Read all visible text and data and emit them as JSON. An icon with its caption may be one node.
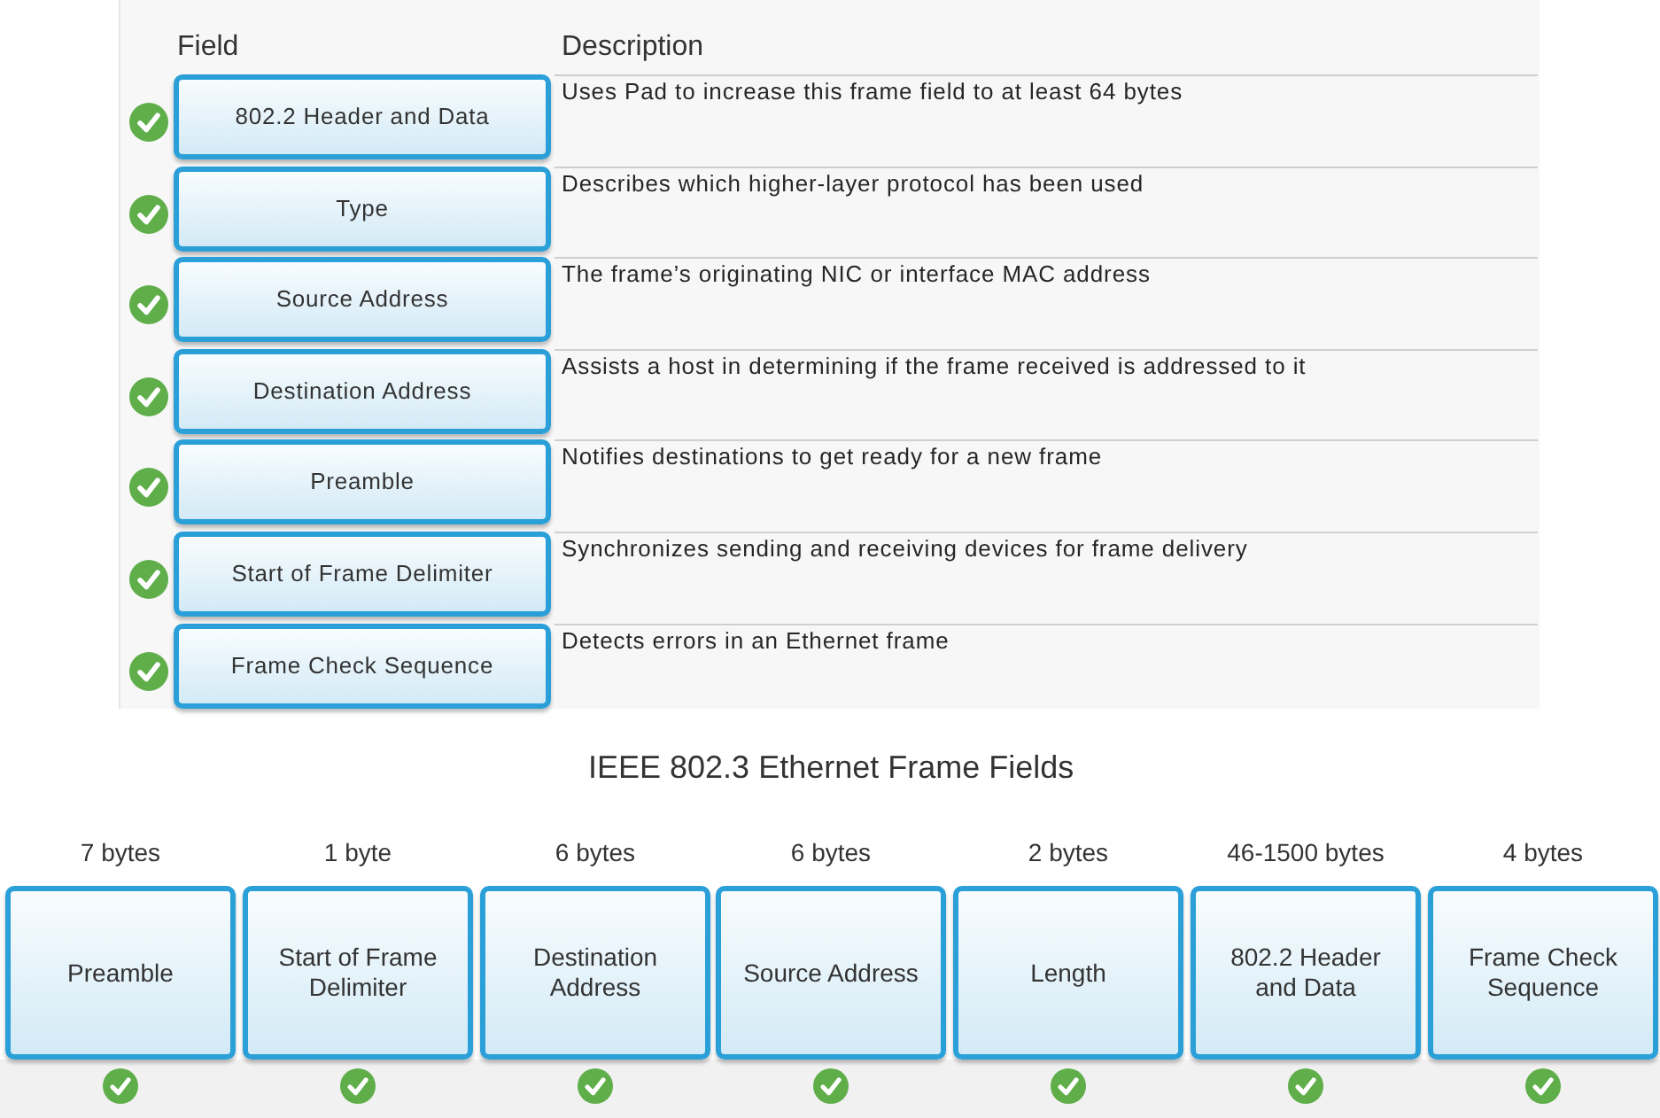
{
  "diagram": {
    "title": "IEEE 802.3 Ethernet Frame Fields",
    "labels": [
      "Field",
      "Description"
    ],
    "nodes": [
      {
        "text": [
          "802.2 Header and Data"
        ],
        "beside": [
          "Uses Pad to increase this frame field to at least 64 bytes"
        ]
      },
      {
        "text": [
          "Type"
        ],
        "beside": [
          "Describes which higher-layer protocol has been used"
        ]
      },
      {
        "text": [
          "Source Address"
        ],
        "beside": [
          "The frame’s originating NIC or interface MAC address"
        ]
      },
      {
        "text": [
          "Destination Address"
        ],
        "beside": [
          "Assists a host in determining if the frame received is addressed to it"
        ]
      },
      {
        "text": [
          "Preamble"
        ],
        "beside": [
          "Notifies destinations to get ready for a new frame"
        ]
      },
      {
        "text": [
          "Start of Frame Delimiter"
        ],
        "beside": [
          "Synchronizes sending and receiving devices for frame delivery"
        ]
      },
      {
        "text": [
          "Frame Check Sequence"
        ],
        "beside": [
          "Detects errors in an Ethernet frame"
        ]
      },
      {
        "text": [
          "Preamble"
        ],
        "beside": [
          "7 bytes"
        ]
      },
      {
        "text": [
          "Start of Frame Delimiter"
        ],
        "beside": [
          "1 byte"
        ]
      },
      {
        "text": [
          "Destination Address"
        ],
        "beside": [
          "6 bytes"
        ]
      },
      {
        "text": [
          "Source Address"
        ],
        "beside": [
          "6 bytes"
        ]
      },
      {
        "text": [
          "Length"
        ],
        "beside": [
          "2 bytes"
        ]
      },
      {
        "text": [
          "802.2 Header and Data"
        ],
        "beside": [
          "46-1500 bytes"
        ]
      },
      {
        "text": [
          "Frame Check Sequence"
        ],
        "beside": [
          "4 bytes"
        ]
      }
    ]
  }
}
